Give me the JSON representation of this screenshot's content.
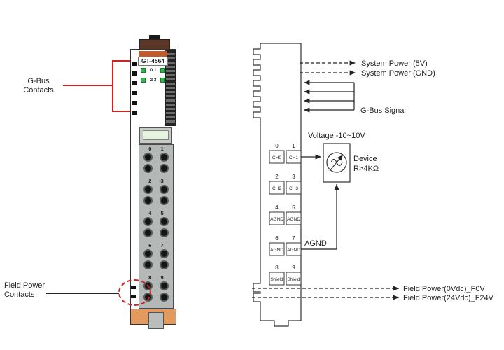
{
  "colors": {
    "accent-red": "#cc2222",
    "led-green": "#2db84b",
    "module-base-orange": "#e39a5f",
    "module-cap-brown": "#5a3528",
    "label-strip-orange": "#c05a2a"
  },
  "module": {
    "model": "GT-4564",
    "led_rows": [
      "0 1",
      "2 3"
    ],
    "terminal_number_rows": [
      "0 1",
      "2 3",
      "4 5",
      "6 7",
      "8 9"
    ]
  },
  "callouts": {
    "gbus_line1": "G-Bus",
    "gbus_line2": "Contacts",
    "field_line1": "Field Power",
    "field_line2": "Contacts"
  },
  "schematic": {
    "system_power_5v": "System Power (5V)",
    "system_power_gnd": "System Power (GND)",
    "gbus_signal": "G-Bus Signal",
    "voltage_range": "Voltage -10~10V",
    "device_line1": "Device",
    "device_line2": "R>4KΩ",
    "agnd": "AGND",
    "field_power_0v": "Field Power(0Vdc)_F0V",
    "field_power_24v": "Field Power(24Vdc)_F24V",
    "terminals": [
      {
        "num": "0",
        "label": "CH0"
      },
      {
        "num": "1",
        "label": "CH1"
      },
      {
        "num": "2",
        "label": "CH2"
      },
      {
        "num": "3",
        "label": "CH3"
      },
      {
        "num": "4",
        "label": "AGND"
      },
      {
        "num": "5",
        "label": "AGND"
      },
      {
        "num": "6",
        "label": "AGND"
      },
      {
        "num": "7",
        "label": "AGND"
      },
      {
        "num": "8",
        "label": "Shield"
      },
      {
        "num": "9",
        "label": "Shield"
      }
    ]
  }
}
